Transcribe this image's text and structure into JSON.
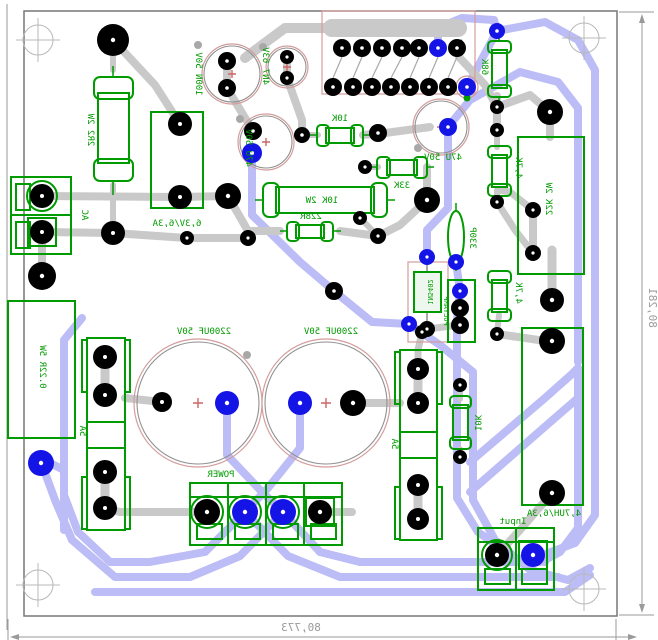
{
  "board": {
    "dimension_bottom": "80,773",
    "dimension_right": "80,281"
  },
  "labels": {
    "ac_connector": "AC",
    "resistor_2r2": "2R2 2W",
    "choke_left": "6,3V/6,3A",
    "cap_100n": "100N 50V",
    "cap_4n7": "4N7 63V",
    "cap_47u_left": "47U 50V",
    "cap_47u_mid": "47U 50V",
    "resistor_10k_top": "10K",
    "resistor_33k": "33K",
    "resistor_10k_2w": "10K 2W",
    "resistor_228r": "228R",
    "cap_330p": "330P",
    "diode": "1N5402",
    "connector_polyamp": "POLYAMP",
    "resistor_68k": "68K",
    "resistor_22k_2w": "22K 2W",
    "resistor_47k_upper": "4,7K",
    "resistor_47k_lower": "4,7K",
    "resistor_10k_right": "10K",
    "choke_right": "4,7UH/6,3A",
    "cap_2200uf_left": "2200UF 50V",
    "cap_2200uf_right": "2200UF 50V",
    "resistor_022r": "0.22R 5W",
    "fuse_left": "5A",
    "fuse_right": "5A",
    "connector_power": "POWER",
    "connector_input": "Input"
  },
  "colors": {
    "silk_green": "#009b00",
    "trace_top_gray": "#c9c9c9",
    "trace_bottom_blue": "#bcbcf6",
    "pad_black": "#000000",
    "pad_blue": "#1414e6",
    "docu_red": "#d49c9c",
    "board_outline": "#777777",
    "dimension_gray": "#9a9a9a"
  }
}
